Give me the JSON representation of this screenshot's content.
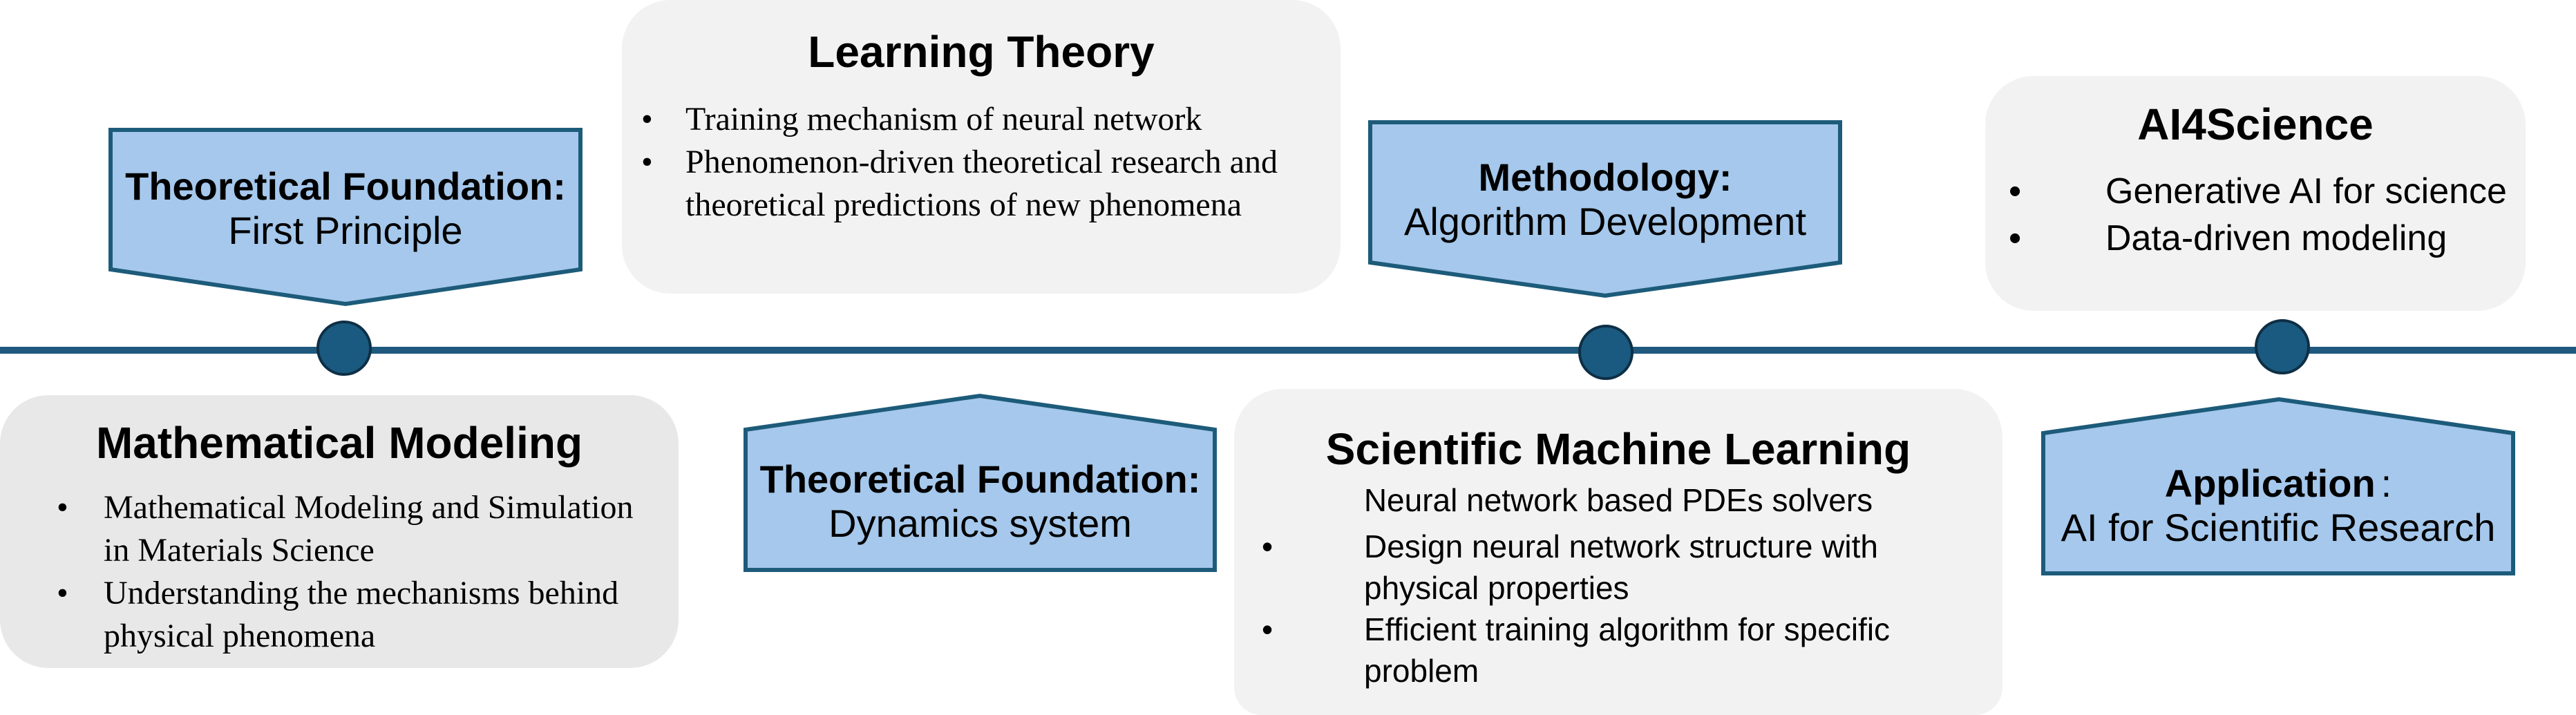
{
  "colors": {
    "timeline": "#1f5a7e",
    "node": "#1a5a80",
    "tag_fill": "#a5c8ec",
    "tag_stroke": "#1d5b7a",
    "box_light": "#f2f2f2",
    "box_grey": "#e8e8e8"
  },
  "tags": [
    {
      "title": "Theoretical Foundation:",
      "subtitle": "First Principle"
    },
    {
      "title": "Theoretical Foundation:",
      "subtitle": "Dynamics system"
    },
    {
      "title": "Methodology:",
      "subtitle": "Algorithm Development"
    },
    {
      "title": "Application",
      "title_suffix": ":",
      "subtitle": "AI for Scientific Research"
    }
  ],
  "boxes": {
    "learning_theory": {
      "title": "Learning Theory",
      "items": [
        "Training mechanism of neural network",
        "Phenomenon-driven theoretical research and theoretical predictions of new phenomena"
      ]
    },
    "ai4science": {
      "title": "AI4Science",
      "items": [
        "Generative AI for science",
        "Data-driven modeling"
      ]
    },
    "math_modeling": {
      "title": "Mathematical Modeling",
      "items": [
        "Mathematical Modeling and Simulation in Materials Science",
        "Understanding the mechanisms behind physical phenomena"
      ]
    },
    "sciml": {
      "title": "Scientific Machine Learning",
      "subtitle": "Neural network based PDEs solvers",
      "items": [
        "Design neural network structure with physical properties",
        "Efficient training algorithm for specific problem"
      ]
    }
  },
  "bullet": "•"
}
